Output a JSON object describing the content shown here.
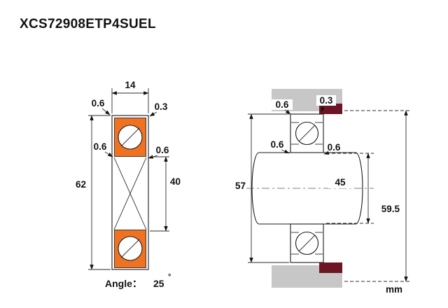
{
  "title": "XCS72908ETP4SUEL",
  "unit_label": "mm",
  "angle": {
    "label": "Angle：",
    "value": "25",
    "unit": "°"
  },
  "left_view": {
    "width": "14",
    "chamfer_outer_left": "0.6",
    "chamfer_outer_right": "0.3",
    "chamfer_inner_left": "0.6",
    "chamfer_inner_right": "0.6",
    "outer_diameter": "62",
    "bore_diameter": "40"
  },
  "right_view": {
    "chamfer_housing_left": "0.6",
    "chamfer_housing_right": "0.3",
    "chamfer_shaft_left": "0.6",
    "chamfer_shaft_right": "0.6",
    "housing_bore": "57",
    "shaft_diameter": "45",
    "mounting_height": "59.5"
  },
  "colors": {
    "race_fill": "#EF7122",
    "seal_fill": "#6E1523",
    "housing_fill": "#C7C7C7"
  }
}
